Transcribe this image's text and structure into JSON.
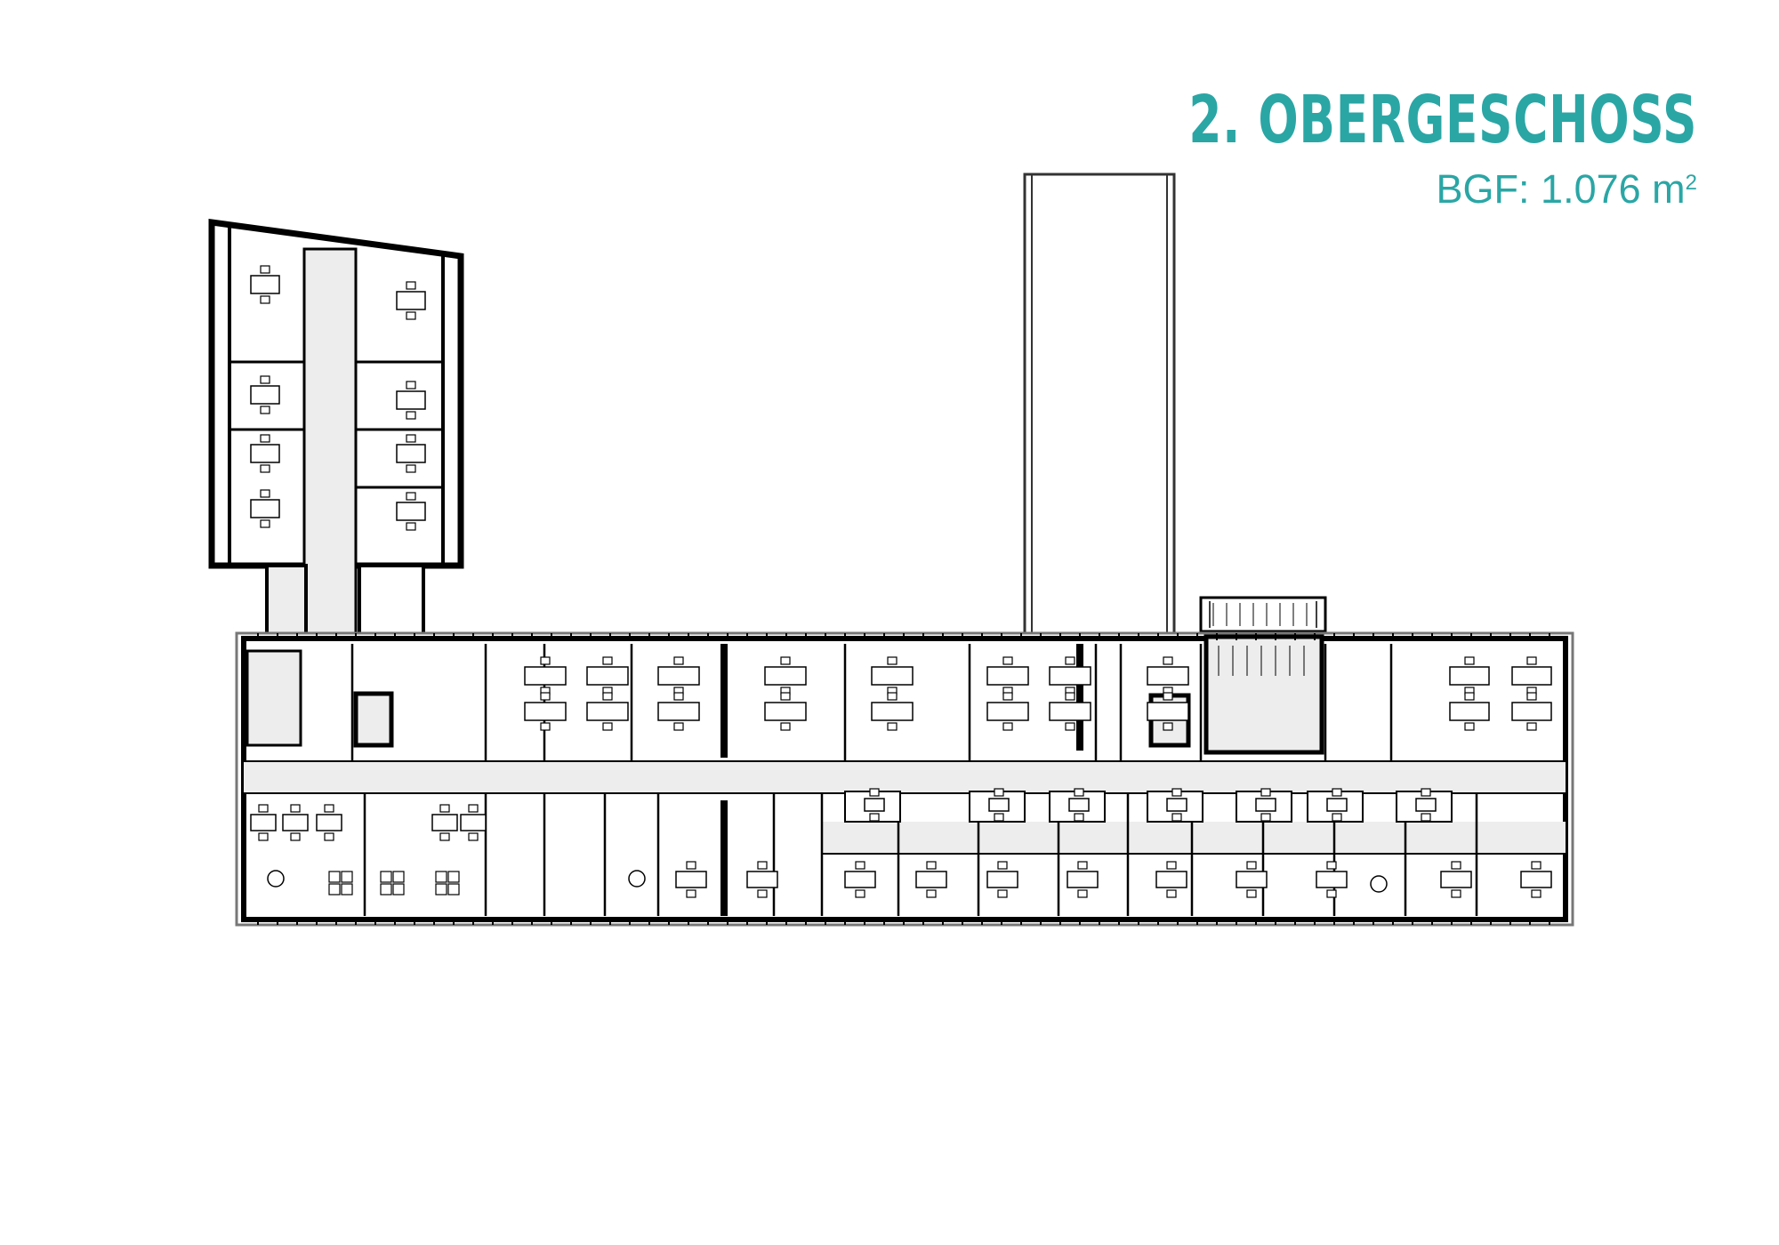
{
  "title": "2. OBERGESCHOSS",
  "area": {
    "label": "BGF: 1.076 m",
    "superscript": "2"
  },
  "colors": {
    "accent": "#2aa6a5",
    "wall": "#000000",
    "interior": "#ededed",
    "line": "#555555"
  }
}
